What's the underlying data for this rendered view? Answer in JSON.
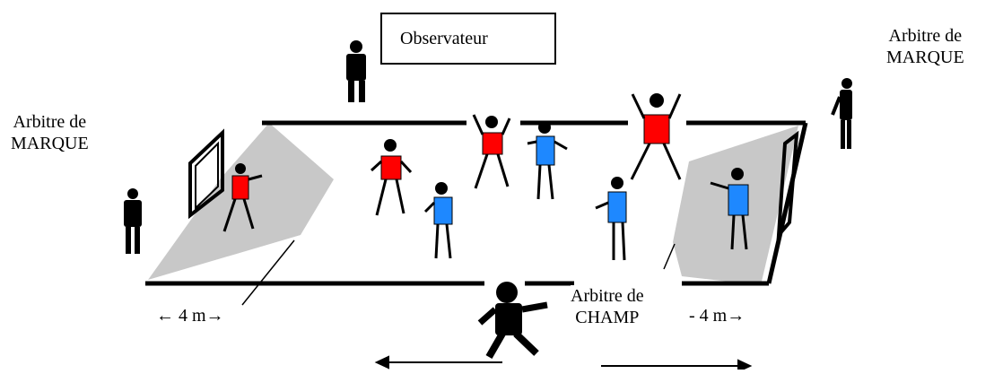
{
  "labels": {
    "observer": "Observateur",
    "score_referee_right": [
      "Arbitre de",
      "MARQUE"
    ],
    "score_referee_left": [
      "Arbitre de",
      "MARQUE"
    ],
    "field_referee": [
      "Arbitre de",
      "CHAMP"
    ],
    "zone_left": "← 4 m→",
    "zone_right": "- 4 m→"
  },
  "colors": {
    "team_red": "#ff0000",
    "team_blue": "#1e88ff",
    "zone_gray": "#c8c8c8",
    "line": "#000000"
  }
}
